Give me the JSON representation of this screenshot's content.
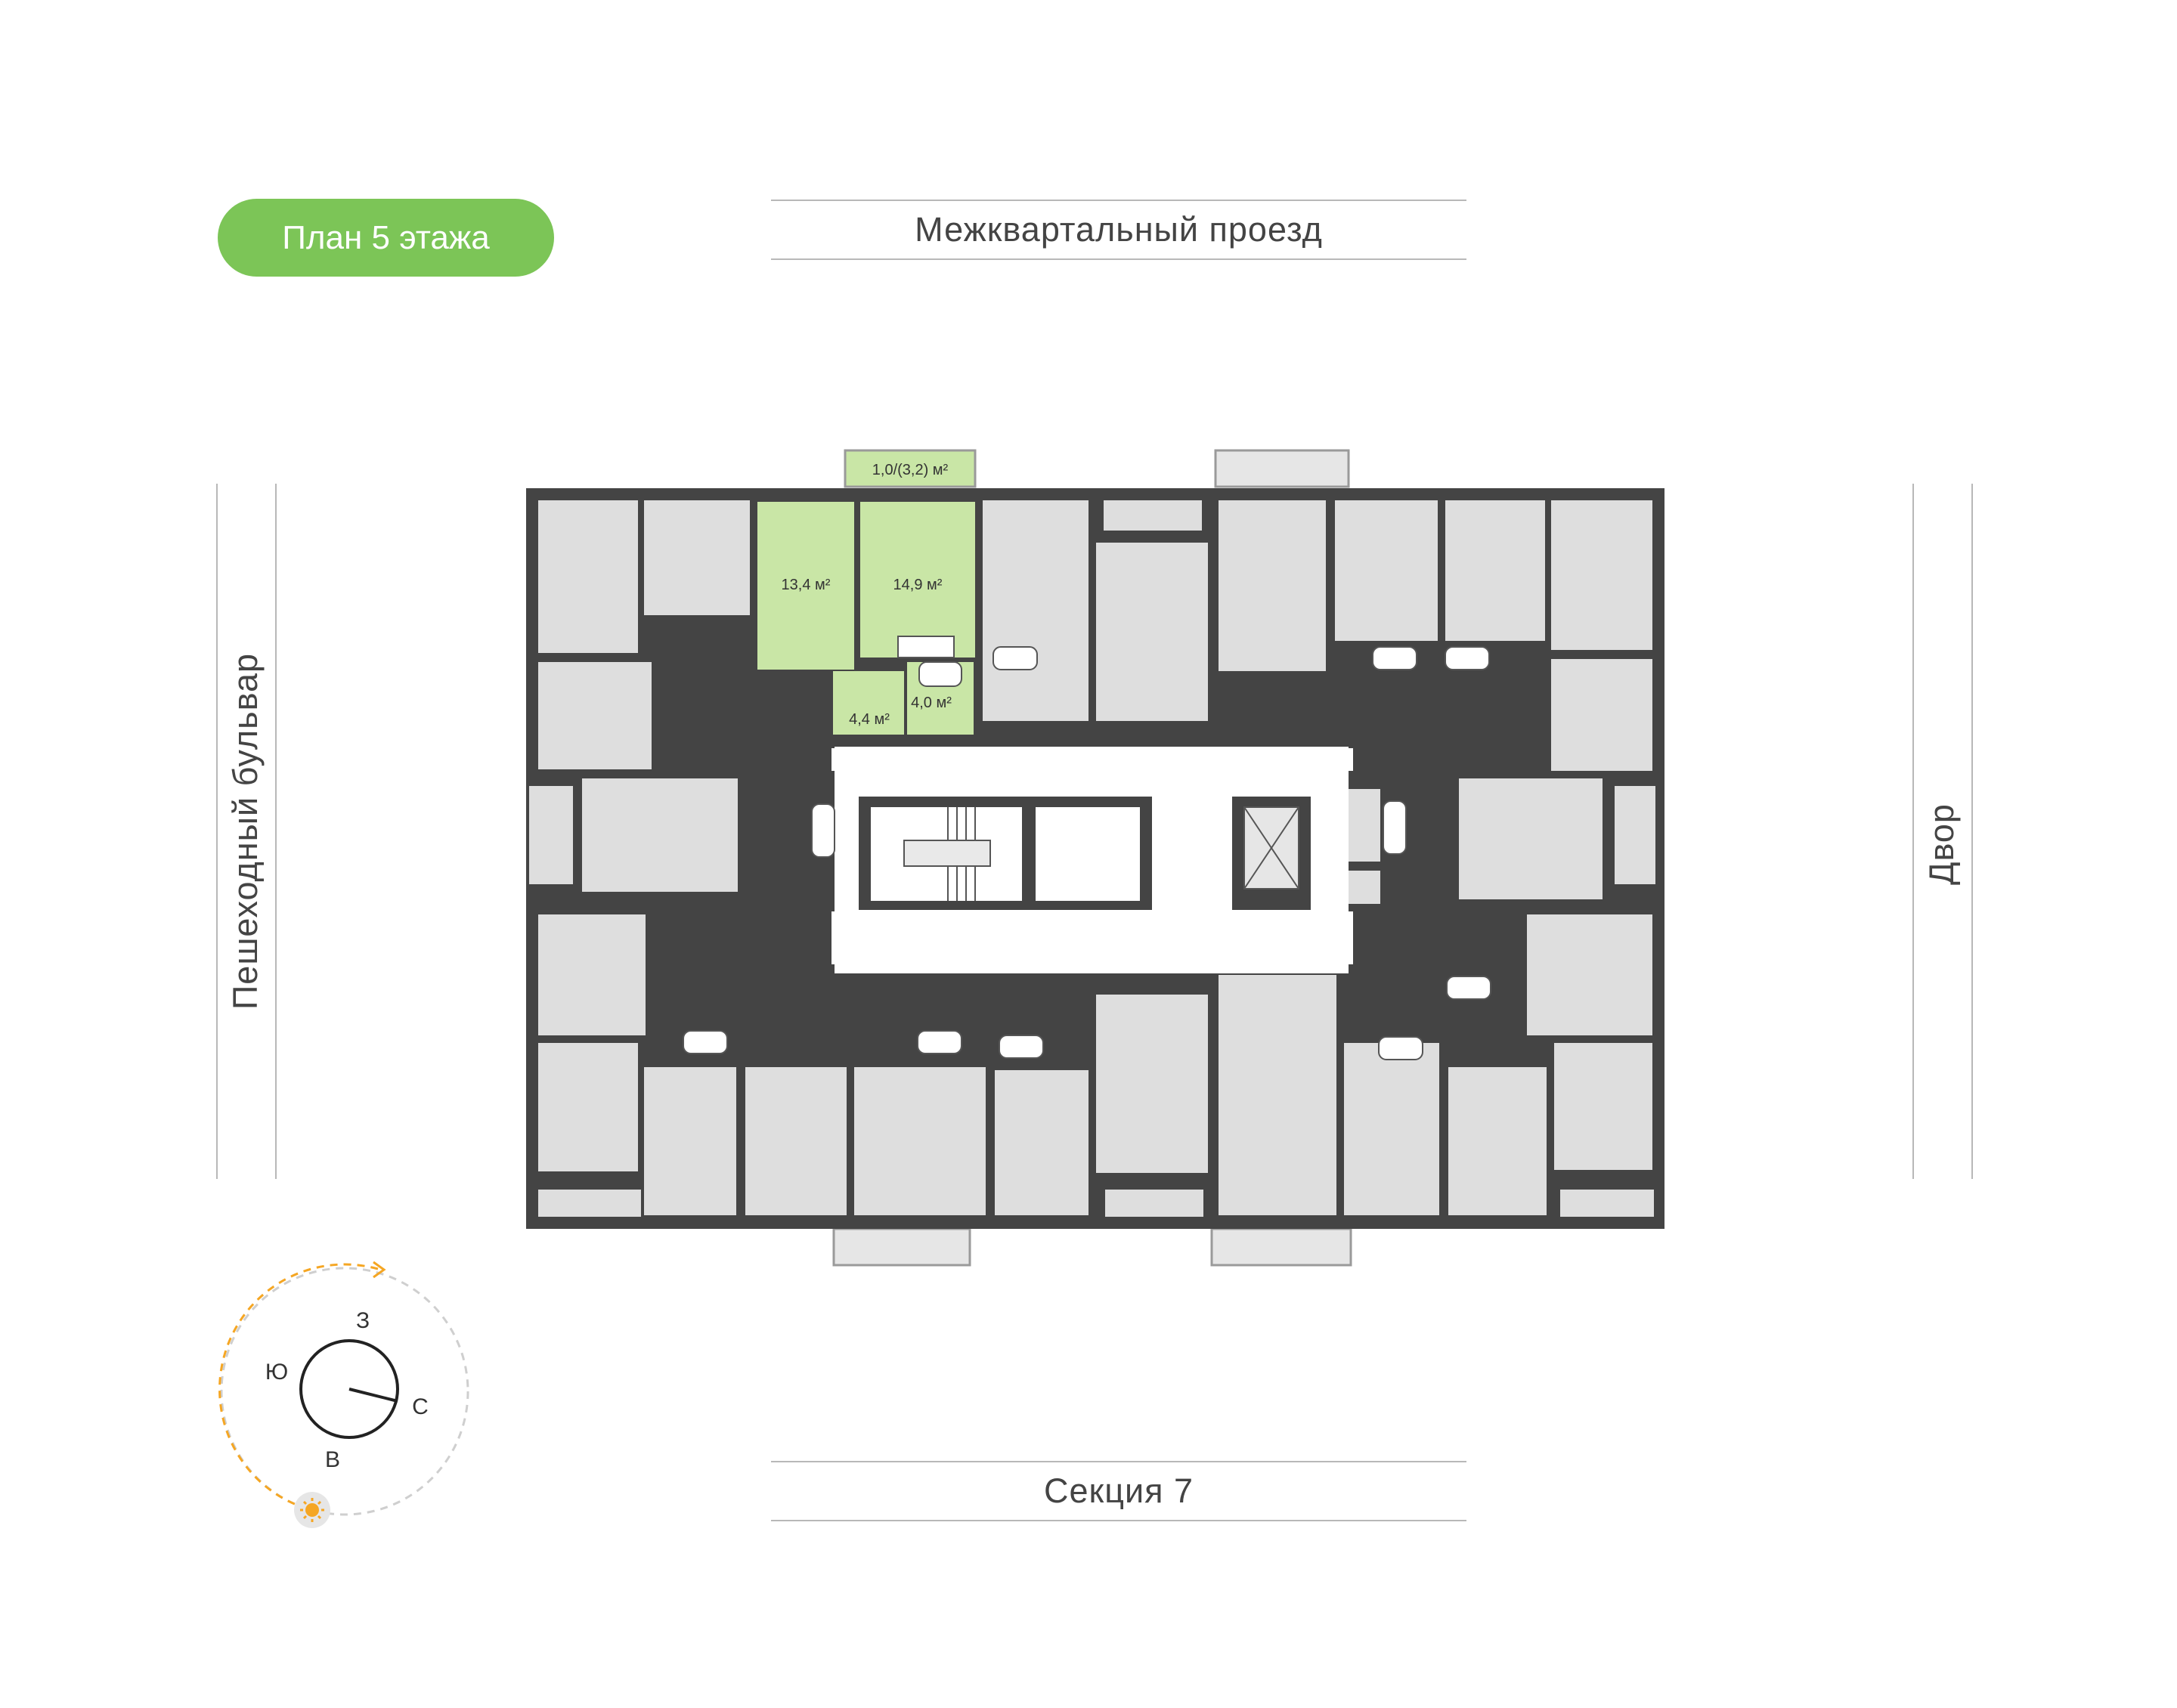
{
  "header": {
    "floor_plan_label": "План 5 этажа"
  },
  "streets": {
    "top": "Межквартальный проезд",
    "left": "Пешеходный бульвар",
    "right": "Двор",
    "bottom": "Секция 7"
  },
  "apartment": {
    "highlight_color": "#c9e6a6",
    "badge_color": "#7cc557",
    "balcony_area": "1,0/(3,2) м²",
    "rooms": [
      {
        "area": "13,4 м²"
      },
      {
        "area": "14,9 м²"
      },
      {
        "area": "4,4 м²"
      },
      {
        "area": "4,0 м²"
      }
    ]
  },
  "compass": {
    "north": "С",
    "south": "Ю",
    "east": "В",
    "west": "З",
    "sun_color": "#f5a623",
    "icons": [
      "sun-icon",
      "sun-path-arrow-icon"
    ]
  },
  "colors": {
    "wall": "#444444",
    "room_fill": "#dedede",
    "corridor": "#ffffff",
    "balcony_outline": "#9a9a9a"
  }
}
